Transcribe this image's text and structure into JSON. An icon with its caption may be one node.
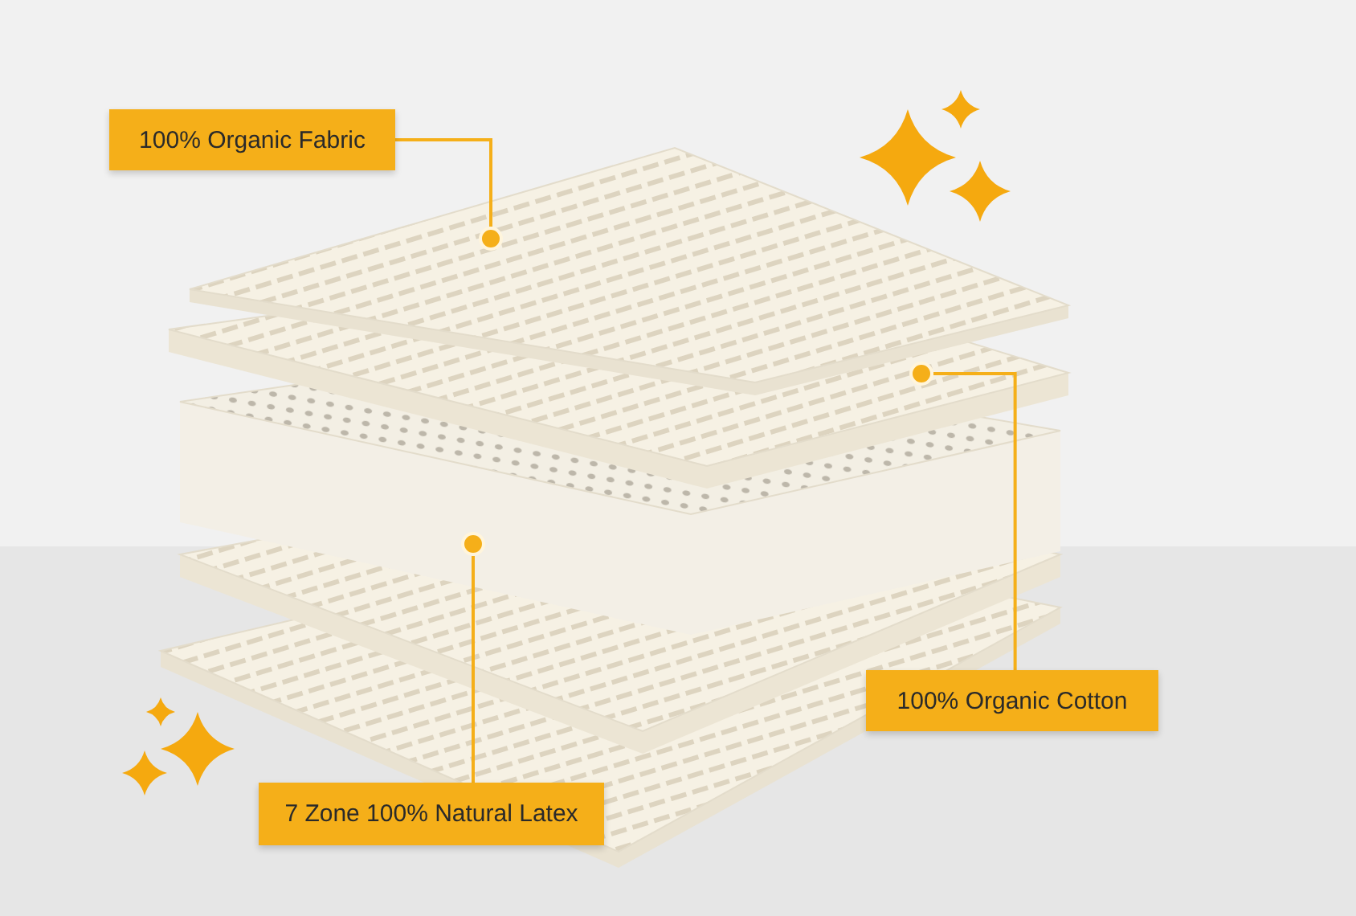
{
  "diagram": {
    "nodes": [
      {
        "text": [
          "100% Organic Fabric"
        ]
      },
      {
        "text": [],
        "shape": "circle"
      },
      {
        "text": [],
        "shape": "circle"
      },
      {
        "text": [
          "100% Organic Cotton"
        ]
      },
      {
        "text": [],
        "shape": "circle"
      },
      {
        "text": [
          "7 Zone 100% Natural Latex"
        ]
      }
    ],
    "edges": [
      {
        "from": 0,
        "to": 1,
        "arrow": "none"
      },
      {
        "from": 3,
        "to": 2,
        "arrow": "none"
      },
      {
        "from": 5,
        "to": 4,
        "arrow": "none"
      }
    ]
  }
}
